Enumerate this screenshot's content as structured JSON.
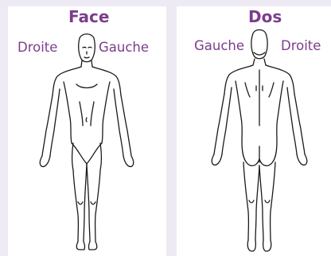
{
  "front": {
    "title": "Face",
    "left_label": "Droite",
    "right_label": "Gauche"
  },
  "back": {
    "title": "Dos",
    "left_label": "Gauche",
    "right_label": "Droite"
  },
  "colors": {
    "label": "#7b3d8c",
    "background": "#eeeaf3",
    "panel": "#ffffff",
    "outline": "#1a1a1a"
  }
}
